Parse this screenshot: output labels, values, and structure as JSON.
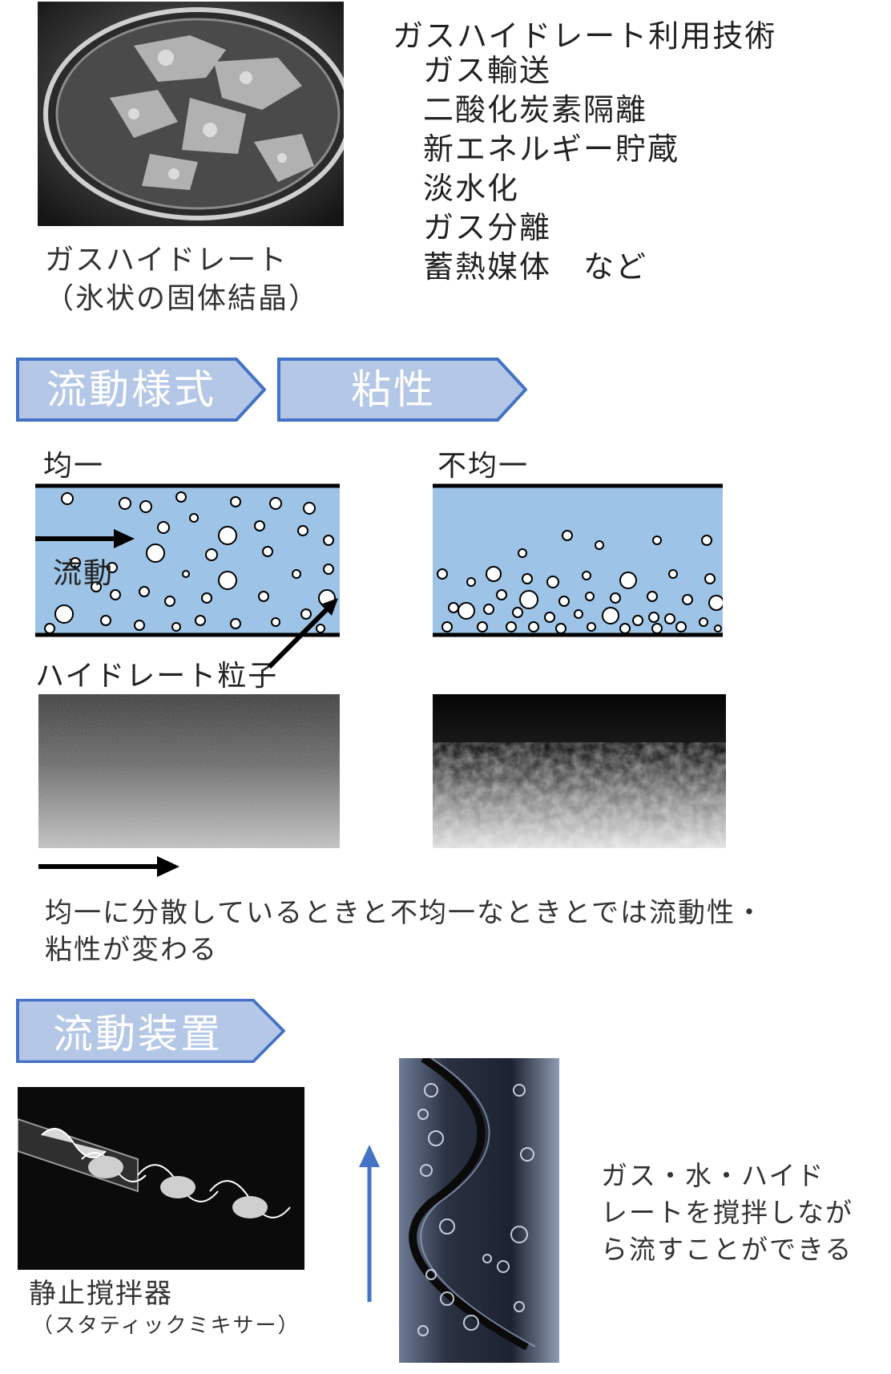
{
  "hydrate_photo": {
    "caption_line1": "ガスハイドレート",
    "caption_line2": "（氷状の固体結晶）"
  },
  "applications": {
    "title": "ガスハイドレート利用技術",
    "items": [
      "ガス輸送",
      "二酸化炭素隔離",
      "新エネルギー貯蔵",
      "淡水化",
      "ガス分離",
      "蓄熱媒体　など"
    ]
  },
  "section_tags": {
    "flow_pattern": "流動様式",
    "viscosity": "粘性",
    "flow_device": "流動装置"
  },
  "flow_diagrams": {
    "uniform_label": "均一",
    "nonuniform_label": "不均一",
    "flow_label": "流動",
    "particle_label": "ハイドレート粒子"
  },
  "flow_note": {
    "line1": "均一に分散しているときと不均一なときとでは流動性・",
    "line2": "粘性が変わる"
  },
  "static_mixer": {
    "caption_line1": "静止撹拌器",
    "caption_line2": "（スタティックミキサー）"
  },
  "mixer_note": {
    "line1": "ガス・水・ハイド",
    "line2": "レートを撹拌しなが",
    "line3": "ら流すことができる"
  },
  "colors": {
    "banner_fill": "#b4c7e7",
    "banner_border": "#4472c4",
    "pipe_fill": "#9dc3e6",
    "arrow_blue": "#4472c4"
  }
}
